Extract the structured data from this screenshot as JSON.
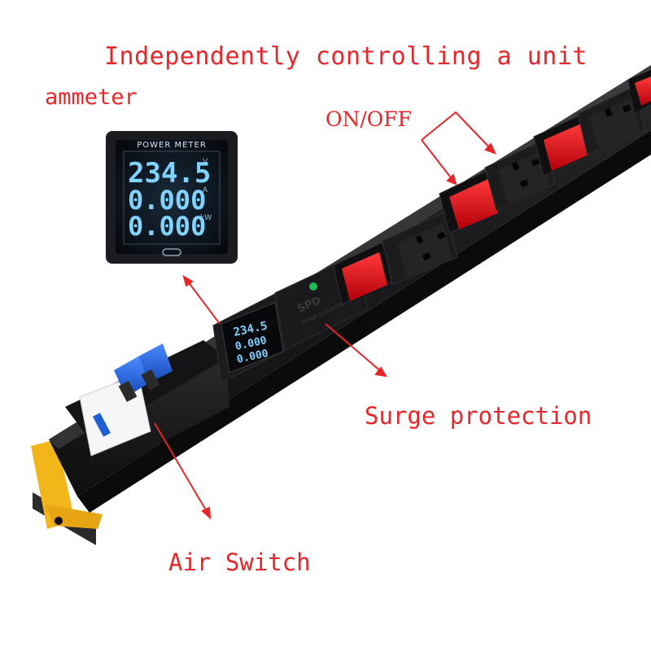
{
  "labels": {
    "title": "Independently controlling a unit",
    "ammeter": "ammeter",
    "onoff": "ON/OFF",
    "surge": "Surge protection",
    "air_switch": "Air Switch"
  },
  "power_meter": {
    "header": "POWER METER",
    "voltage": "234.5",
    "current": "0.000",
    "power": "0.000",
    "unit_voltage": "V",
    "unit_current": "A",
    "unit_power": "kW"
  },
  "spd": {
    "text": "SPD",
    "sub": "Surge protection"
  },
  "colors": {
    "annotation": "#e8262a",
    "housing": "#1d1d1f",
    "switch_red": "#e3101a",
    "breaker_blue": "#1f5fd6",
    "bracket_yellow": "#f2b51a",
    "lcd_text": "#7fd3ff"
  }
}
